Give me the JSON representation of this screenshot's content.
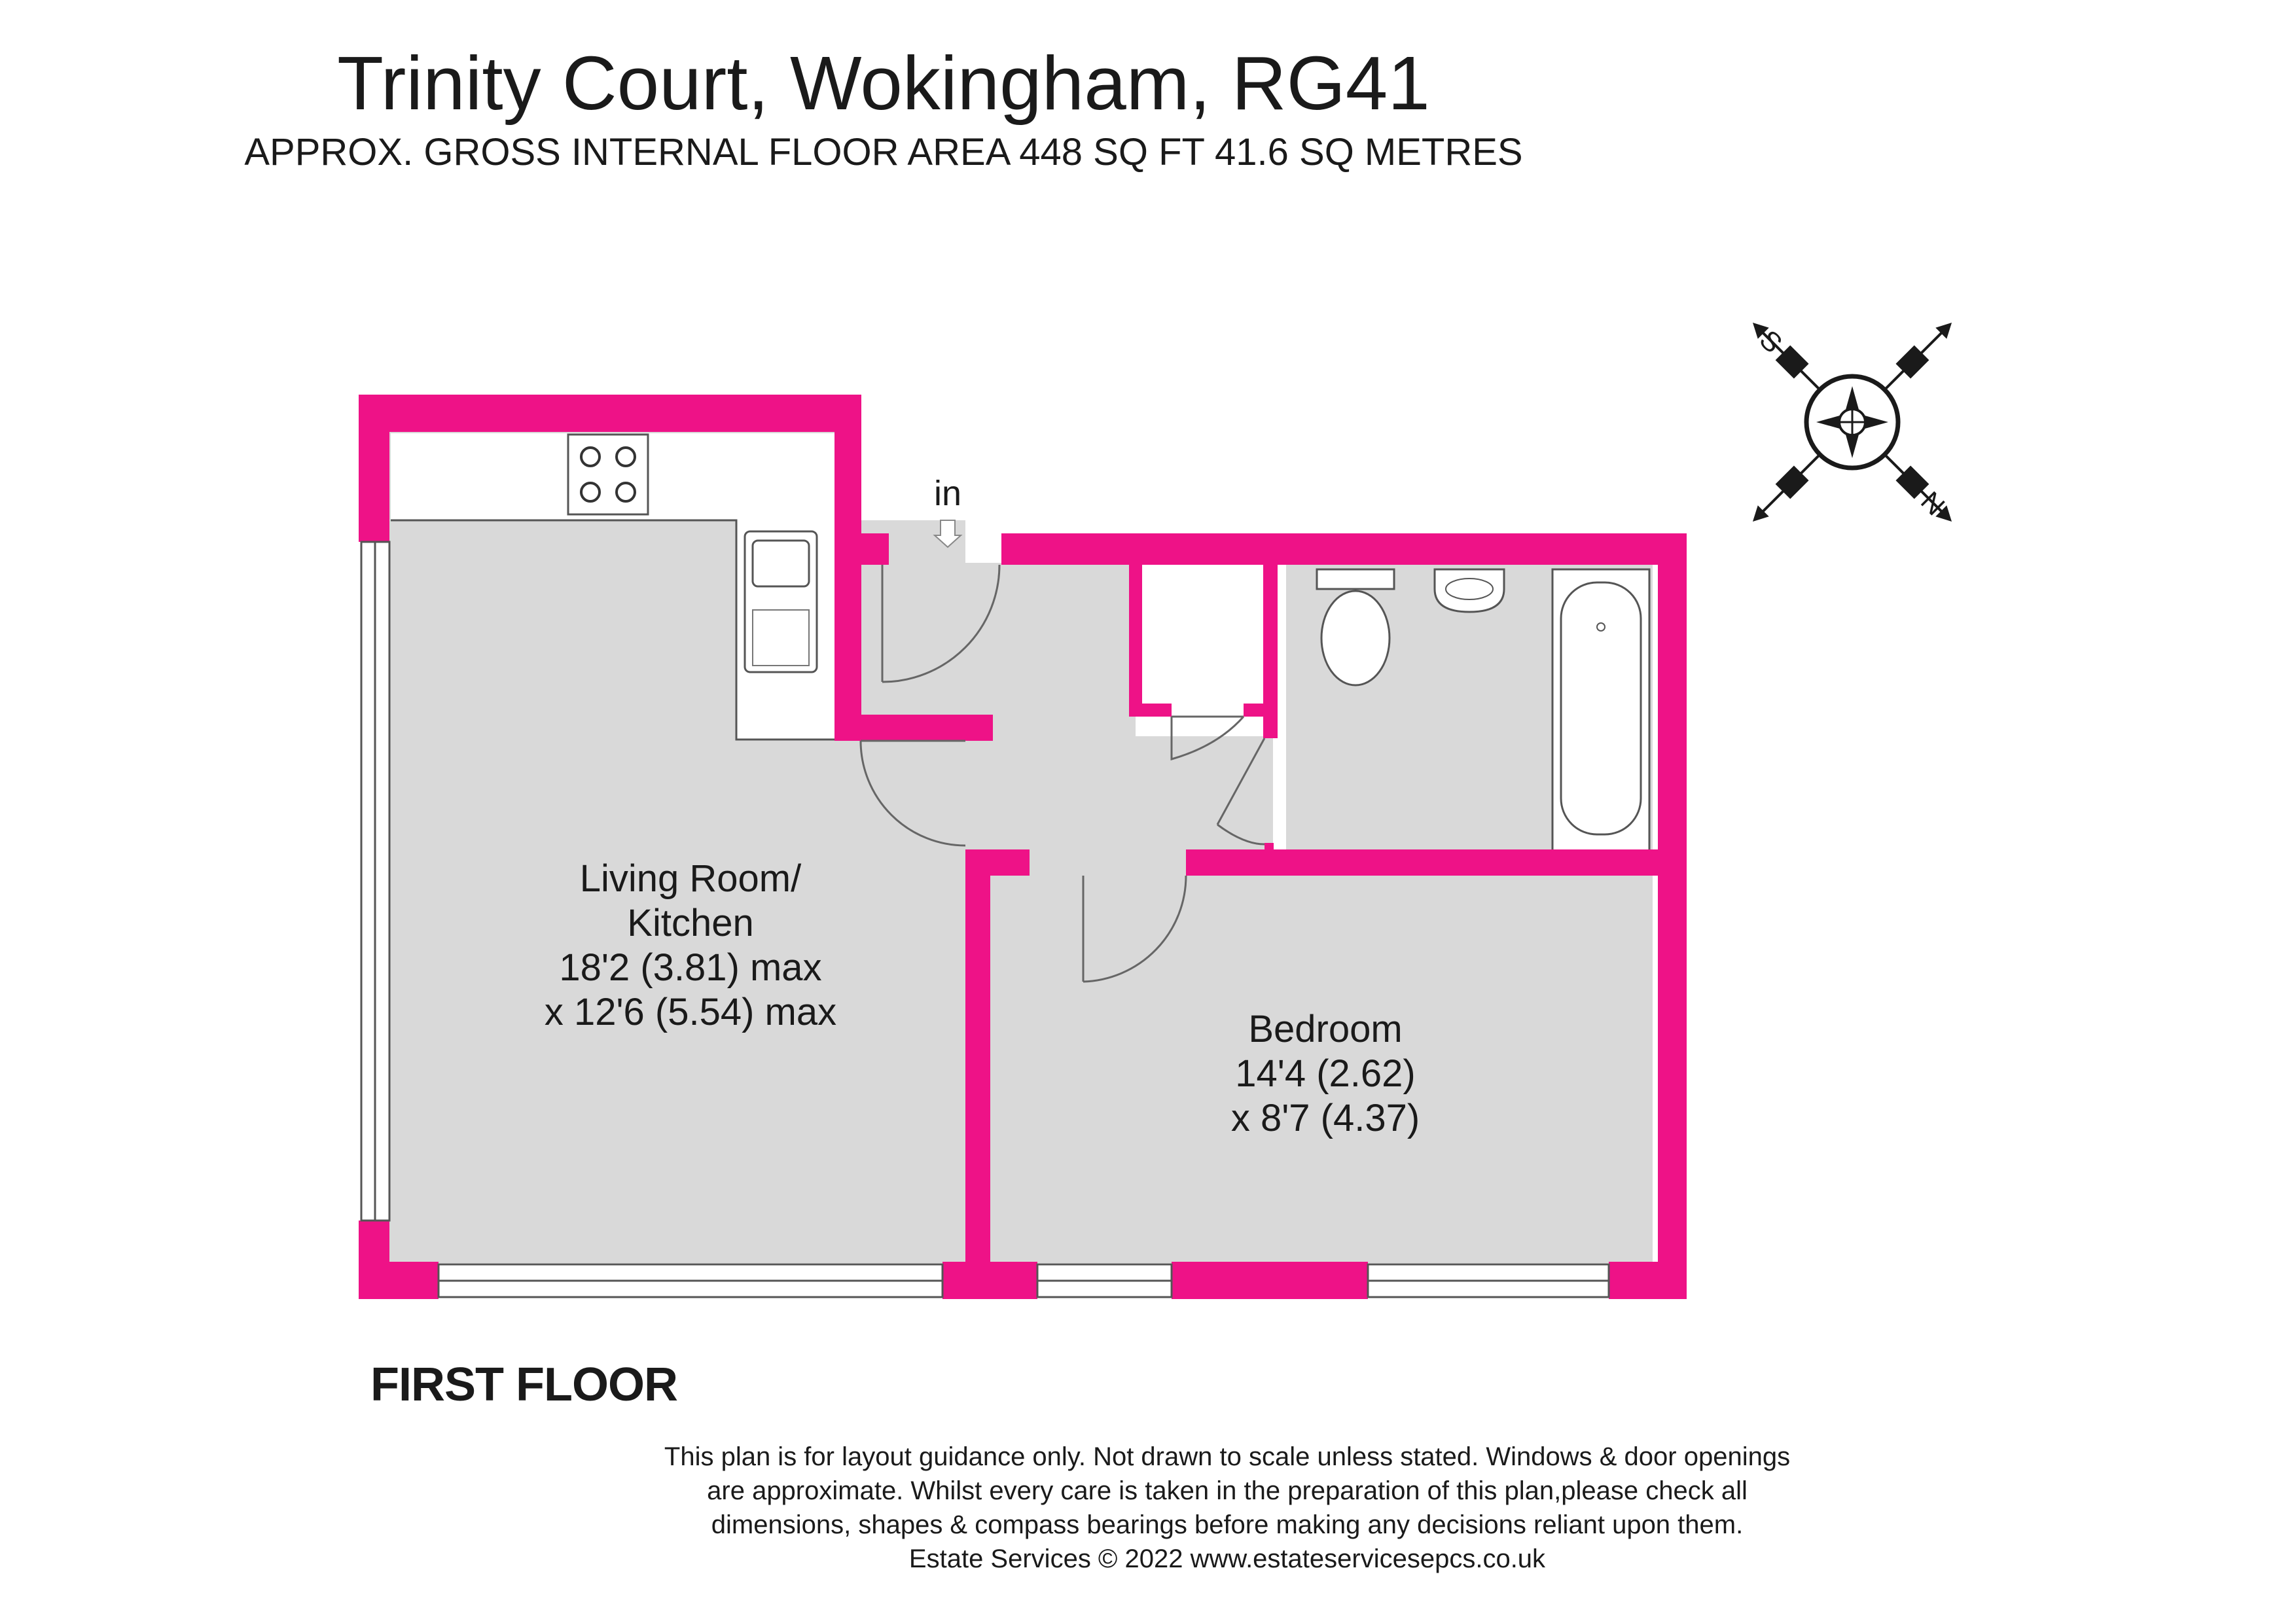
{
  "header": {
    "title": "Trinity Court, Wokingham, RG41",
    "subtitle": "APPROX. GROSS INTERNAL FLOOR AREA 448 SQ FT 41.6 SQ METRES"
  },
  "plan": {
    "floor_label": "FIRST FLOOR",
    "entrance_label": "in",
    "rooms": {
      "living": {
        "name_line1": "Living Room/",
        "name_line2": "Kitchen",
        "dim_line1": "18'2 (3.81) max",
        "dim_line2": "x 12'6 (5.54) max"
      },
      "bedroom": {
        "name": "Bedroom",
        "dim_line1": "14'4 (2.62)",
        "dim_line2": "x 8'7 (4.37)"
      }
    },
    "compass": {
      "north_label": "N",
      "south_label": "S"
    }
  },
  "colors": {
    "wall": "#ee1287",
    "floor": "#d9d9d9",
    "text": "#1a1a1a"
  },
  "footer": {
    "line1": "This plan is for layout guidance only. Not drawn to scale unless stated. Windows & door openings",
    "line2": "are approximate. Whilst every care is taken in the preparation of this plan,please check all",
    "line3": "dimensions, shapes & compass bearings before making any decisions reliant upon them.",
    "line4": "Estate Services © 2022   www.estateservicesepcs.co.uk"
  }
}
